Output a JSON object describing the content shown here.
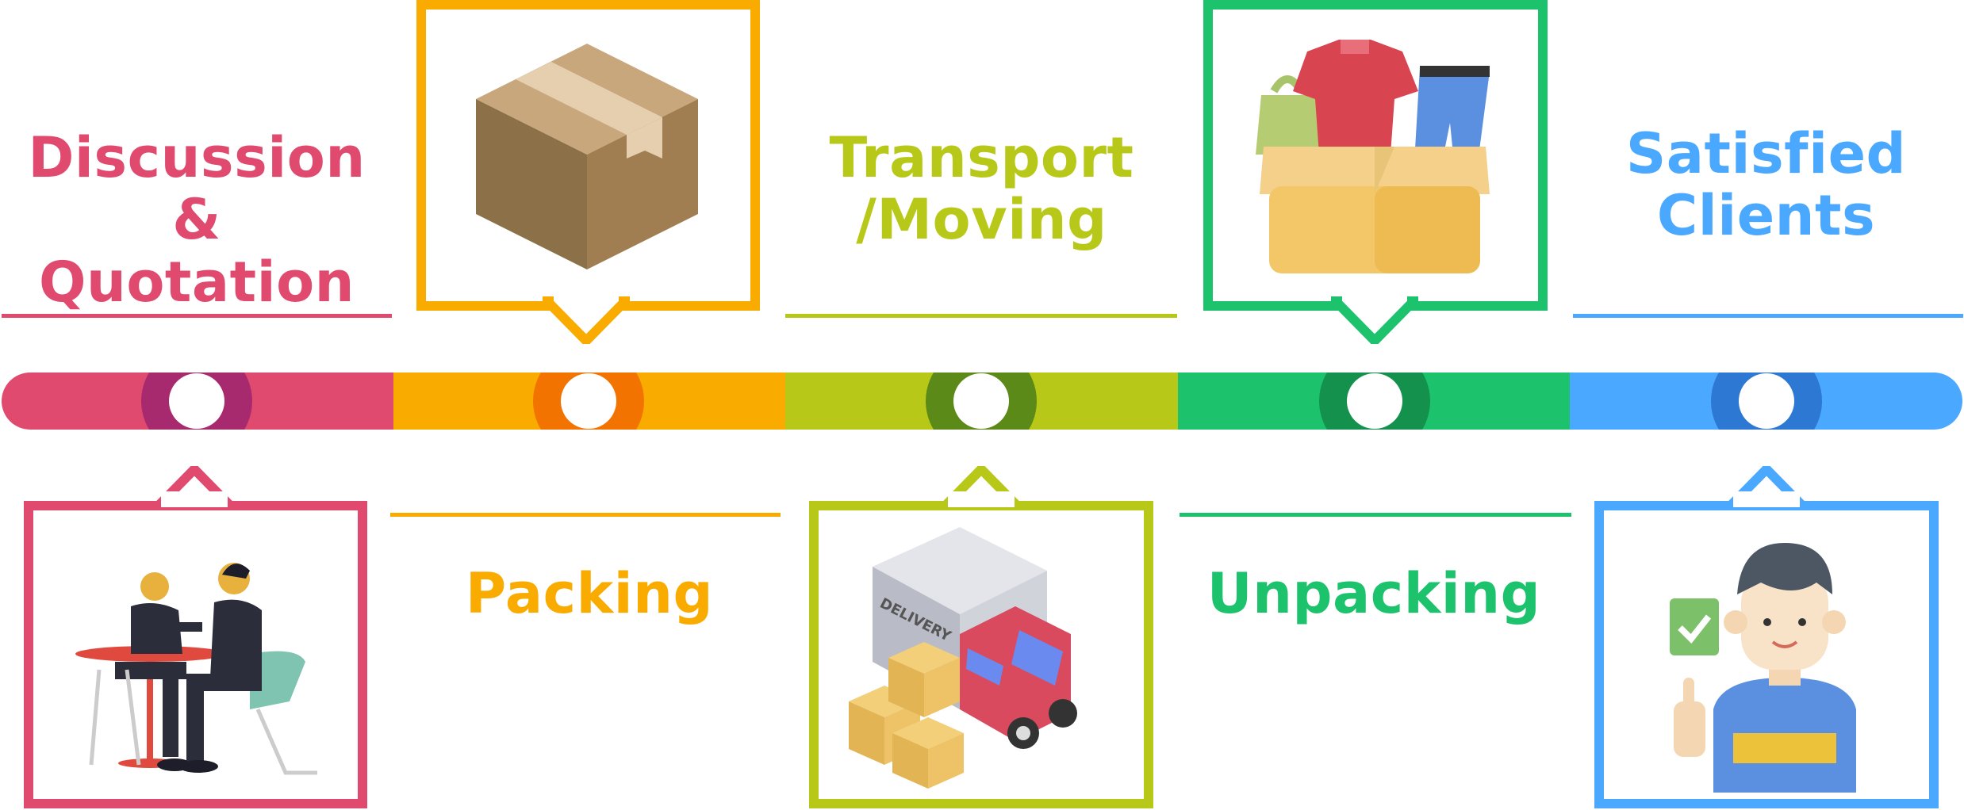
{
  "stages": [
    {
      "id": "discussion",
      "label_lines": [
        "Discussion",
        "&",
        "Quotation"
      ],
      "color": "#e04a6e",
      "dark": "#a82a6e",
      "icon": "business-meeting-icon"
    },
    {
      "id": "packing",
      "label_lines": [
        "Packing"
      ],
      "color": "#f9ab00",
      "dark": "#f37300",
      "icon": "cardboard-box-icon"
    },
    {
      "id": "transport",
      "label_lines": [
        "Transport",
        "/Moving"
      ],
      "color": "#b8c818",
      "dark": "#5c8a18",
      "icon": "delivery-truck-icon"
    },
    {
      "id": "unpacking",
      "label_lines": [
        "Unpacking"
      ],
      "color": "#1cc26c",
      "dark": "#14914c",
      "icon": "open-box-clothes-icon"
    },
    {
      "id": "satisfied",
      "label_lines": [
        "Satisfied",
        "Clients"
      ],
      "color": "#4aa8ff",
      "dark": "#2c78d2",
      "icon": "happy-client-icon"
    }
  ],
  "truck_text": "DELIVERY"
}
